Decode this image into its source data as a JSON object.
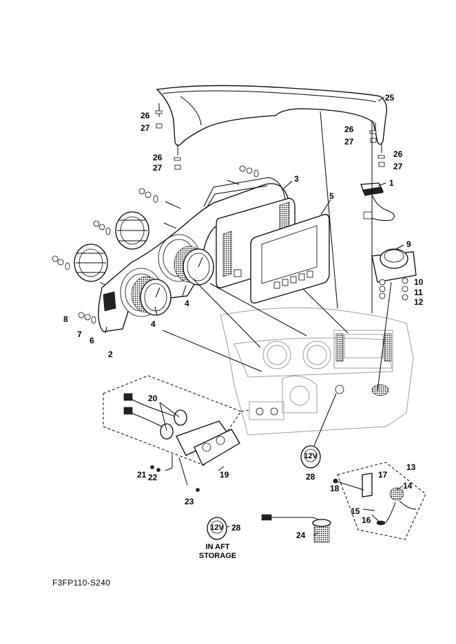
{
  "diagram": {
    "code": "F3FP110-S240",
    "note_line1": "IN AFT",
    "note_line2": "STORAGE",
    "socket_label": "12V"
  },
  "callouts": [
    {
      "id": "c1",
      "num": "1"
    },
    {
      "id": "c2",
      "num": "2"
    },
    {
      "id": "c3",
      "num": "3"
    },
    {
      "id": "c4a",
      "num": "4"
    },
    {
      "id": "c4b",
      "num": "4"
    },
    {
      "id": "c5",
      "num": "5"
    },
    {
      "id": "c6",
      "num": "6"
    },
    {
      "id": "c7",
      "num": "7"
    },
    {
      "id": "c8",
      "num": "8"
    },
    {
      "id": "c9",
      "num": "9"
    },
    {
      "id": "c10",
      "num": "10"
    },
    {
      "id": "c11",
      "num": "11"
    },
    {
      "id": "c12",
      "num": "12"
    },
    {
      "id": "c13",
      "num": "13"
    },
    {
      "id": "c14",
      "num": "14"
    },
    {
      "id": "c15",
      "num": "15"
    },
    {
      "id": "c16",
      "num": "16"
    },
    {
      "id": "c17",
      "num": "17"
    },
    {
      "id": "c18",
      "num": "18"
    },
    {
      "id": "c19",
      "num": "19"
    },
    {
      "id": "c20",
      "num": "20"
    },
    {
      "id": "c21",
      "num": "21"
    },
    {
      "id": "c22",
      "num": "22"
    },
    {
      "id": "c23",
      "num": "23"
    },
    {
      "id": "c24",
      "num": "24"
    },
    {
      "id": "c25",
      "num": "25"
    },
    {
      "id": "c26a",
      "num": "26"
    },
    {
      "id": "c26b",
      "num": "26"
    },
    {
      "id": "c26c",
      "num": "26"
    },
    {
      "id": "c26d",
      "num": "26"
    },
    {
      "id": "c27a",
      "num": "27"
    },
    {
      "id": "c27b",
      "num": "27"
    },
    {
      "id": "c27c",
      "num": "27"
    },
    {
      "id": "c27d",
      "num": "27"
    },
    {
      "id": "c28a",
      "num": "28"
    },
    {
      "id": "c28b",
      "num": "28"
    }
  ]
}
